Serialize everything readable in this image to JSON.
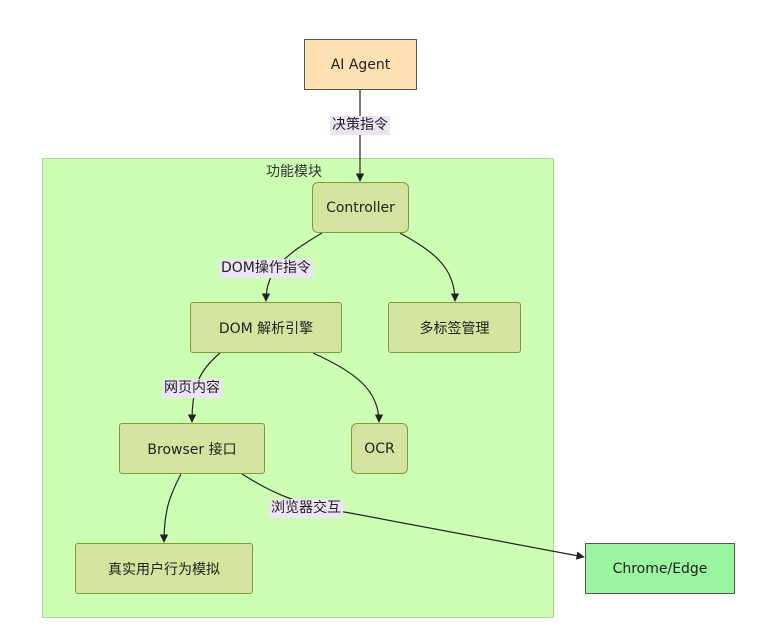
{
  "cluster": {
    "title": "功能模块"
  },
  "nodes": {
    "agent": "AI Agent",
    "controller": "Controller",
    "dom": "DOM 解析引擎",
    "tabs": "多标签管理",
    "browser": "Browser 接口",
    "ocr": "OCR",
    "simulate": "真实用户行为模拟",
    "chrome": "Chrome/Edge"
  },
  "edges": {
    "agent_controller": "决策指令",
    "controller_dom": "DOM操作指令",
    "dom_browser": "网页内容",
    "browser_chrome": "浏览器交互"
  },
  "colors": {
    "cluster_fill": "#ccffb3",
    "node_fill": "#d4e39e",
    "agent_fill": "#ffe0b3",
    "external_fill": "#99f59f",
    "edge_label_bg": "#ebe4f3"
  }
}
